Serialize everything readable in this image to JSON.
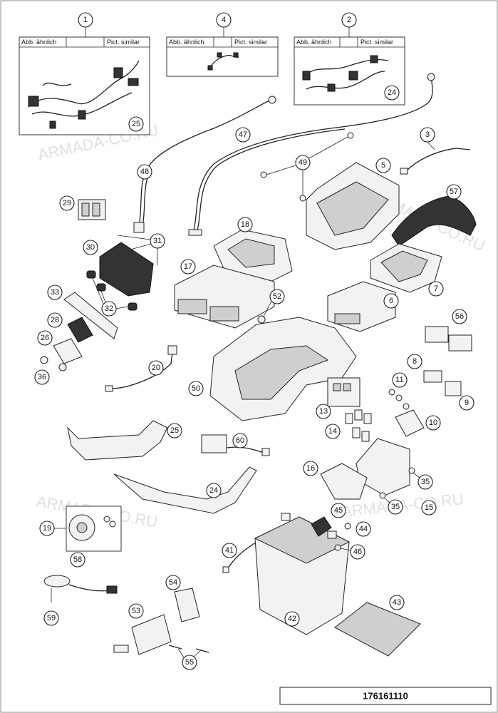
{
  "diagram_code": "176161110",
  "watermark": "ARMADA-CO.RU",
  "inset_labels": {
    "left": "Abb. ähnlich",
    "right": "Pict. similar"
  },
  "callouts": {
    "c1": "1",
    "c2": "2",
    "c3": "3",
    "c4": "4",
    "c5": "5",
    "c6": "6",
    "c7": "7",
    "c8": "8",
    "c9": "9",
    "c10": "10",
    "c11": "11",
    "c13": "13",
    "c14": "14",
    "c15": "15",
    "c16": "16",
    "c17": "17",
    "c18": "18",
    "c19": "19",
    "c20": "20",
    "c24": "24",
    "c25": "25",
    "c26": "26",
    "c28": "28",
    "c29": "29",
    "c30": "30",
    "c31": "31",
    "c32": "32",
    "c33": "33",
    "c35": "35",
    "c36": "36",
    "c41": "41",
    "c42": "42",
    "c43": "43",
    "c44": "44",
    "c45": "45",
    "c46": "46",
    "c47": "47",
    "c48": "48",
    "c49": "49",
    "c50": "50",
    "c52": "52",
    "c53": "53",
    "c54": "54",
    "c55": "55",
    "c56": "56",
    "c57": "57",
    "c58": "58",
    "c59": "59",
    "c60": "60"
  }
}
